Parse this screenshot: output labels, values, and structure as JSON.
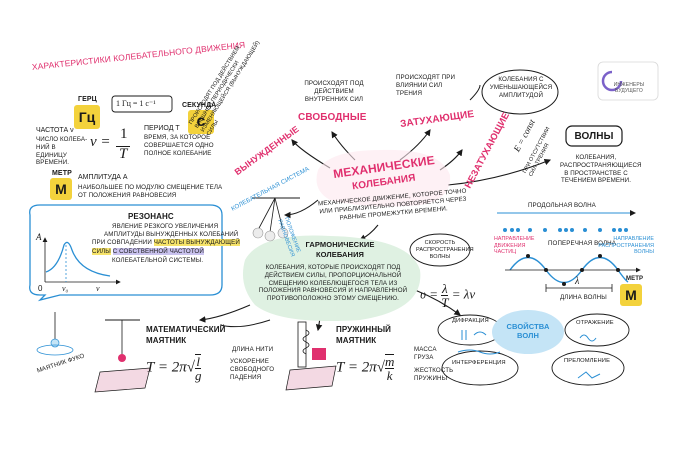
{
  "logo": {
    "line1": "ИНЖЕНЕРЫ",
    "line2": "БУДУЩЕГО"
  },
  "center": {
    "title1": "МЕХАНИЧЕСКИЕ",
    "title2": "КОЛЕБАНИЯ",
    "definition": "МЕХАНИЧЕСКОЕ ДВИЖЕНИЕ, КОТОРОЕ ТОЧНО ИЛИ ПРИБЛИЗИТЕЛЬНО ПОВТОРЯЕТСЯ ЧЕРЕЗ РАВНЫЕ ПРОМЕЖУТКИ ВРЕМЕНИ."
  },
  "characteristics": {
    "header": "ХАРАКТЕРИСТИКИ КОЛЕБАТЕЛЬНОГО ДВИЖЕНИЯ",
    "hertz": "ГЕРЦ",
    "hz_symbol": "Гц",
    "hz_def": "1 Гц = 1 с⁻¹",
    "second": "СЕКУНДА",
    "s_symbol": "с",
    "freq_label": "ЧАСТОТА ν",
    "freq_desc": "ЧИСЛО КОЛЕБА-НИЙ В ЕДИНИЦУ ВРЕМЕНИ.",
    "period_label": "ПЕРИОД T",
    "period_desc": "ВРЕМЯ, ЗА КОТОРОЕ СОВЕРШАЕТСЯ ОДНО ПОЛНОЕ КОЛЕБАНИЕ",
    "formula_nu": "ν =",
    "formula_1": "1",
    "formula_T": "T",
    "meter": "МЕТР",
    "m_symbol": "М",
    "amp_label": "АМПЛИТУДА A",
    "amp_desc": "НАИБОЛЬШЕЕ ПО МОДУЛЮ СМЕЩЕНИЕ ТЕЛА ОТ ПОЛОЖЕНИЯ РАВНОВЕСИЯ"
  },
  "resonance": {
    "title": "РЕЗОНАНС",
    "l1": "ЯВЛЕНИЕ РЕЗКОГО УВЕЛИЧЕНИЯ",
    "l2": "АМПЛИТУДЫ ВЫНУЖДЕННЫХ КОЛЕБАНИЙ",
    "l3": "ПРИ СОВПАДЕНИИ",
    "l3b": "ЧАСТОТЫ ВЫНУЖДАЮЩЕЙ",
    "l4a": "СИЛЫ",
    "l4b": "С СОБСТВЕННОЙ ЧАСТОТОЙ",
    "l5": "КОЛЕБАТЕЛЬНОЙ СИСТЕМЫ.",
    "axis_a": "A",
    "axis_0": "0",
    "axis_nu0": "ν₀",
    "axis_nu": "ν"
  },
  "system": {
    "osc": "КОЛЕБАТЕЛЬНАЯ СИСТЕМА",
    "equil": "ПОЛОЖЕНИЕ РАВНОВЕСИЯ"
  },
  "forced": {
    "label": "ВЫНУЖДЕННЫЕ",
    "desc": "ПРОИСХОДЯТ ПОД ДЕЙСТВИЕМ ВНЕШНЕЙ ПЕРИОДИЧЕСКИ ИЗМЕНЯЮЩЕЙСЯ (ВЫНУЖДАЮЩЕЙ) СИЛЫ"
  },
  "free": {
    "desc": "ПРОИСХОДЯТ ПОД ДЕЙСТВИЕМ ВНУТРЕННИХ СИЛ",
    "label": "СВОБОДНЫЕ"
  },
  "damped": {
    "desc": "ПРОИСХОДЯТ ПРИ ВЛИЯНИИ СИЛ ТРЕНИЯ",
    "label": "ЗАТУХАЮЩИЕ",
    "bubble": "КОЛЕБАНИЯ С УМЕНЬШАЮЩЕЙСЯ АМПЛИТУДОЙ"
  },
  "undamped": {
    "label": "НЕЗАТУХАЮЩИЕ",
    "formula": "E = const",
    "desc": "ПРИ ОТСУТСТВИИ СИЛ ТРЕНИЯ"
  },
  "waves": {
    "title": "ВОЛНЫ",
    "desc": "КОЛЕБАНИЯ, РАСПРОСТРАНЯЮЩИЕСЯ В ПРОСТРАНСТВЕ С ТЕЧЕНИЕМ ВРЕМЕНИ.",
    "long": "ПРОДОЛЬНАЯ ВОЛНА",
    "trans": "ПОПЕРЕЧНАЯ ВОЛНА",
    "dir_particles": "НАПРАВЛЕНИЕ ДВИЖЕНИЯ ЧАСТИЦ",
    "dir_spread": "НАПРАВЛЕНИЕ РАСПРОСТРАНЕНИЯ ВОЛНЫ",
    "lambda": "λ",
    "wavelength": "ДЛИНА ВОЛНЫ",
    "speed_bubble": "СКОРОСТЬ РАСПРОСТРАНЕНИЯ ВОЛНЫ",
    "meter": "МЕТР",
    "m_symbol": "М",
    "props_title": "СВОЙСТВА ВОЛН",
    "diffraction": "ДИФРАКЦИЯ",
    "reflection": "ОТРАЖЕНИЕ",
    "interference": "ИНТЕРФЕРЕНЦИЯ",
    "refraction": "ПРЕЛОМЛЕНИЕ"
  },
  "harmonic": {
    "title1": "ГАРМОНИЧЕСКИЕ",
    "title2": "КОЛЕБАНИЯ",
    "desc": "КОЛЕБАНИЯ, КОТОРЫЕ ПРОИСХОДЯТ ПОД ДЕЙСТВИЕМ СИЛЫ, ПРОПОРЦИОНАЛЬНОЙ СМЕЩЕНИЮ КОЛЕБЛЮЩЕГОСЯ ТЕЛА ИЗ ПОЛОЖЕНИЯ РАВНОВЕСИЯ И НАПРАВЛЕННОЙ ПРОТИВОПОЛОЖНО ЭТОМУ СМЕЩЕНИЮ."
  },
  "math_pendulum": {
    "title1": "МАТЕМАТИЧЕСКИЙ",
    "title2": "МАЯТНИК",
    "foucault": "МАЯТНИК ФУКО",
    "len": "ДЛИНА НИТИ",
    "acc": "УСКОРЕНИЕ СВОБОДНОГО ПАДЕНИЯ",
    "l": "l",
    "g": "g"
  },
  "spring_pendulum": {
    "title1": "ПРУЖИННЫЙ",
    "title2": "МАЯТНИК",
    "mass": "МАССА ГРУЗА",
    "k": "ЖЕСТКОСТЬ ПРУЖИНЫ",
    "m": "m",
    "kk": "k"
  }
}
